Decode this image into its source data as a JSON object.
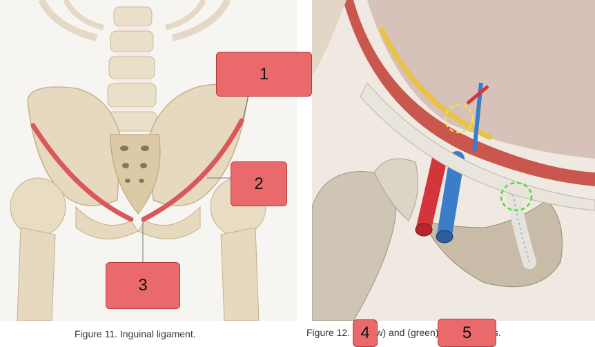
{
  "captions": {
    "left": "Figure 11. Inguinal ligament.",
    "right": "Figure 12. (yellow) and (green) inguinal rings."
  },
  "labels": [
    {
      "id": "1",
      "text": "1"
    },
    {
      "id": "2",
      "text": "2"
    },
    {
      "id": "3",
      "text": "3"
    },
    {
      "id": "4",
      "text": "4"
    },
    {
      "id": "5",
      "text": "5"
    }
  ],
  "colors": {
    "label_fill": "#ea6a6c",
    "ligament": "#d9585a",
    "bone": "#e6d9bf",
    "artery": "#d4353a",
    "vein": "#3a7ec9",
    "deep_ring": "#f2e33a",
    "superficial_ring": "#4fdc3c"
  }
}
